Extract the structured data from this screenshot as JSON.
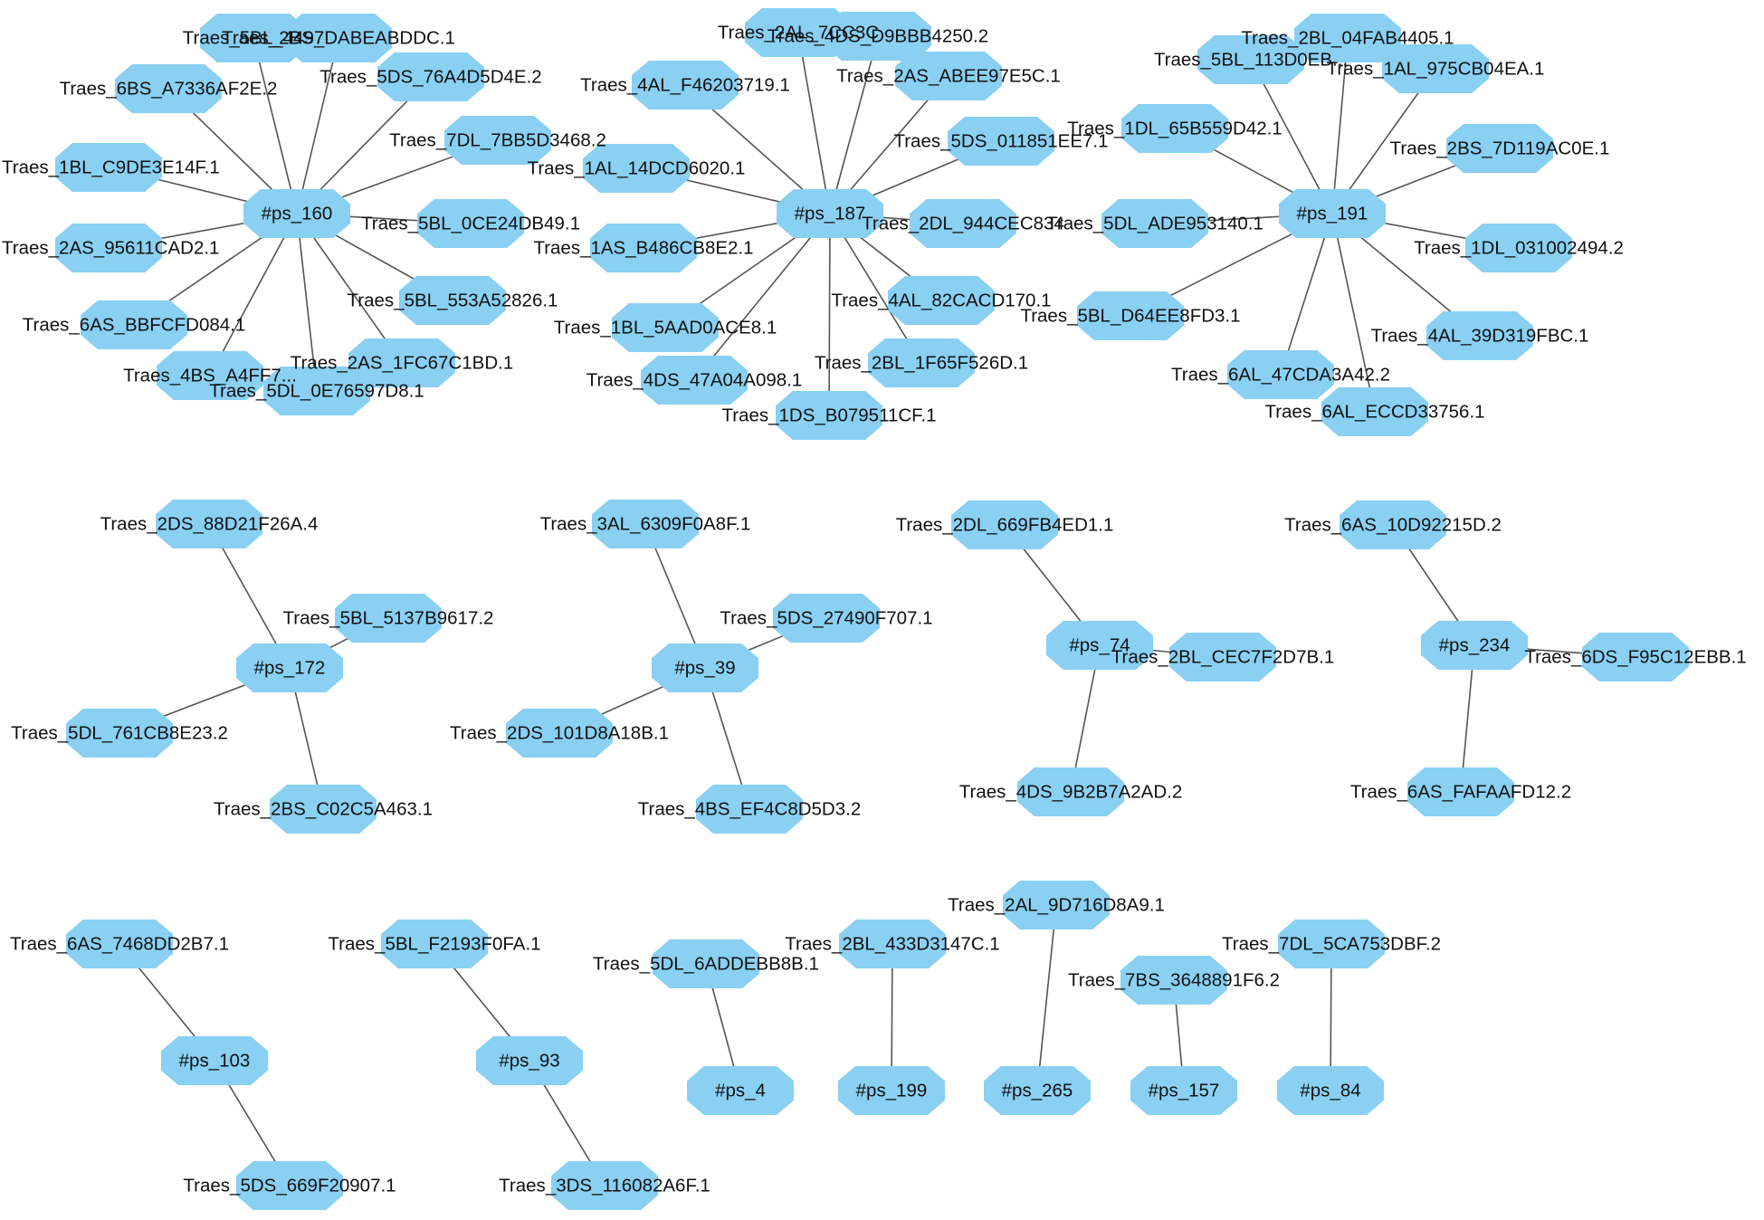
{
  "colors": {
    "node_fill": "#89d0f3",
    "edge": "#555555",
    "label": "#111111",
    "background": "#ffffff"
  },
  "node_shape": "octagon",
  "nodes": [
    {
      "id": "h160",
      "label": "#ps_160"
    },
    {
      "id": "t_5BL_4497",
      "label": "Traes_5BL_4497"
    },
    {
      "id": "t_2BS_DABEA",
      "label": "Traes_2BS_DABEABDDC.1"
    },
    {
      "id": "t_6BS_A7336",
      "label": "Traes_6BS_A7336AF2E.2"
    },
    {
      "id": "t_5DS_76A4D",
      "label": "Traes_5DS_76A4D5D4E.2"
    },
    {
      "id": "t_7DL_7BB5D",
      "label": "Traes_7DL_7BB5D3468.2"
    },
    {
      "id": "t_1BL_C9DE3",
      "label": "Traes_1BL_C9DE3E14F.1"
    },
    {
      "id": "t_5BL_0CE24",
      "label": "Traes_5BL_0CE24DB49.1"
    },
    {
      "id": "t_2AS_95611",
      "label": "Traes_2AS_95611CAD2.1"
    },
    {
      "id": "t_5BL_553A5",
      "label": "Traes_5BL_553A52826.1"
    },
    {
      "id": "t_6AS_BBFCF",
      "label": "Traes_6AS_BBFCFD084.1"
    },
    {
      "id": "t_2AS_1FC67",
      "label": "Traes_2AS_1FC67C1BD.1"
    },
    {
      "id": "t_4BS_A4FF7",
      "label": "Traes_4BS_A4FF7..."
    },
    {
      "id": "t_5DL_0E765",
      "label": "Traes_5DL_0E76597D8.1"
    },
    {
      "id": "h187",
      "label": "#ps_187"
    },
    {
      "id": "t_2AL_7CC3C",
      "label": "Traes_2AL_7CC3C"
    },
    {
      "id": "t_4DS_D9BBB",
      "label": "Traes_4DS_D9BBB4250.2"
    },
    {
      "id": "t_4AL_F4620",
      "label": "Traes_4AL_F46203719.1"
    },
    {
      "id": "t_2AS_ABEE9",
      "label": "Traes_2AS_ABEE97E5C.1"
    },
    {
      "id": "t_5DS_01185",
      "label": "Traes_5DS_011851EE7.1"
    },
    {
      "id": "t_1AL_14DCD",
      "label": "Traes_1AL_14DCD6020.1"
    },
    {
      "id": "t_2DL_944CE",
      "label": "Traes_2DL_944CEC834"
    },
    {
      "id": "t_1AS_B486C",
      "label": "Traes_1AS_B486CB8E2.1"
    },
    {
      "id": "t_4AL_82CAC",
      "label": "Traes_4AL_82CACD170.1"
    },
    {
      "id": "t_1BL_5AAD0",
      "label": "Traes_1BL_5AAD0ACE8.1"
    },
    {
      "id": "t_2BL_1F65F",
      "label": "Traes_2BL_1F65F526D.1"
    },
    {
      "id": "t_4DS_47A04",
      "label": "Traes_4DS_47A04A098.1"
    },
    {
      "id": "t_1DS_B0795",
      "label": "Traes_1DS_B079511CF.1"
    },
    {
      "id": "h191",
      "label": "#ps_191"
    },
    {
      "id": "t_2BL_04FAB",
      "label": "Traes_2BL_04FAB4405.1"
    },
    {
      "id": "t_5BL_113D0",
      "label": "Traes_5BL_113D0EB..."
    },
    {
      "id": "t_1AL_975CB",
      "label": "Traes_1AL_975CB04EA.1"
    },
    {
      "id": "t_1DL_65B55",
      "label": "Traes_1DL_65B559D42.1"
    },
    {
      "id": "t_2BS_7D119",
      "label": "Traes_2BS_7D119AC0E.1"
    },
    {
      "id": "t_5DL_ADE95",
      "label": "Traes_5DL_ADE953140.1"
    },
    {
      "id": "t_1DL_03100",
      "label": "Traes_1DL_031002494.2"
    },
    {
      "id": "t_5BL_D64EE",
      "label": "Traes_5BL_D64EE8FD3.1"
    },
    {
      "id": "t_4AL_39D31",
      "label": "Traes_4AL_39D319FBC.1"
    },
    {
      "id": "t_6AL_47CDA",
      "label": "Traes_6AL_47CDA3A42.2"
    },
    {
      "id": "t_6AL_ECCD3",
      "label": "Traes_6AL_ECCD33756.1"
    },
    {
      "id": "h172",
      "label": "#ps_172"
    },
    {
      "id": "t_2DS_88D21",
      "label": "Traes_2DS_88D21F26A.4"
    },
    {
      "id": "t_5BL_5137B",
      "label": "Traes_5BL_5137B9617.2"
    },
    {
      "id": "t_5DL_761CB",
      "label": "Traes_5DL_761CB8E23.2"
    },
    {
      "id": "t_2BS_C02C5",
      "label": "Traes_2BS_C02C5A463.1"
    },
    {
      "id": "h39",
      "label": "#ps_39"
    },
    {
      "id": "t_3AL_6309F",
      "label": "Traes_3AL_6309F0A8F.1"
    },
    {
      "id": "t_5DS_27490",
      "label": "Traes_5DS_27490F707.1"
    },
    {
      "id": "t_2DS_101D8",
      "label": "Traes_2DS_101D8A18B.1"
    },
    {
      "id": "t_4BS_EF4C8",
      "label": "Traes_4BS_EF4C8D5D3.2"
    },
    {
      "id": "h74",
      "label": "#ps_74"
    },
    {
      "id": "t_2DL_669FB",
      "label": "Traes_2DL_669FB4ED1.1"
    },
    {
      "id": "t_2BL_CEC7F",
      "label": "Traes_2BL_CEC7F2D7B.1"
    },
    {
      "id": "t_4DS_9B2B7",
      "label": "Traes_4DS_9B2B7A2AD.2"
    },
    {
      "id": "h234",
      "label": "#ps_234"
    },
    {
      "id": "t_6AS_10D92",
      "label": "Traes_6AS_10D92215D.2"
    },
    {
      "id": "t_6DS_F95C1",
      "label": "Traes_6DS_F95C12EBB.1"
    },
    {
      "id": "t_6AS_FAFAA",
      "label": "Traes_6AS_FAFAAFD12.2"
    },
    {
      "id": "h103",
      "label": "#ps_103"
    },
    {
      "id": "t_6AS_7468D",
      "label": "Traes_6AS_7468DD2B7.1"
    },
    {
      "id": "t_5DS_669F2",
      "label": "Traes_5DS_669F20907.1"
    },
    {
      "id": "h93",
      "label": "#ps_93"
    },
    {
      "id": "t_5BL_F2193",
      "label": "Traes_5BL_F2193F0FA.1"
    },
    {
      "id": "t_3DS_11608",
      "label": "Traes_3DS_116082A6F.1"
    },
    {
      "id": "h4",
      "label": "#ps_4"
    },
    {
      "id": "t_5DL_6ADDE",
      "label": "Traes_5DL_6ADDEBB8B.1"
    },
    {
      "id": "h199",
      "label": "#ps_199"
    },
    {
      "id": "t_2BL_433D3",
      "label": "Traes_2BL_433D3147C.1"
    },
    {
      "id": "h265",
      "label": "#ps_265"
    },
    {
      "id": "t_2AL_9D716",
      "label": "Traes_2AL_9D716D8A9.1"
    },
    {
      "id": "h157",
      "label": "#ps_157"
    },
    {
      "id": "t_7BS_36488",
      "label": "Traes_7BS_3648891F6.2"
    },
    {
      "id": "h84",
      "label": "#ps_84"
    },
    {
      "id": "t_7DL_5CA75",
      "label": "Traes_7DL_5CA753DBF.2"
    }
  ],
  "edges": [
    [
      "h160",
      "t_5BL_4497"
    ],
    [
      "h160",
      "t_2BS_DABEA"
    ],
    [
      "h160",
      "t_6BS_A7336"
    ],
    [
      "h160",
      "t_5DS_76A4D"
    ],
    [
      "h160",
      "t_7DL_7BB5D"
    ],
    [
      "h160",
      "t_1BL_C9DE3"
    ],
    [
      "h160",
      "t_5BL_0CE24"
    ],
    [
      "h160",
      "t_2AS_95611"
    ],
    [
      "h160",
      "t_5BL_553A5"
    ],
    [
      "h160",
      "t_6AS_BBFCF"
    ],
    [
      "h160",
      "t_2AS_1FC67"
    ],
    [
      "h160",
      "t_4BS_A4FF7"
    ],
    [
      "h160",
      "t_5DL_0E765"
    ],
    [
      "h187",
      "t_2AL_7CC3C"
    ],
    [
      "h187",
      "t_4DS_D9BBB"
    ],
    [
      "h187",
      "t_4AL_F4620"
    ],
    [
      "h187",
      "t_2AS_ABEE9"
    ],
    [
      "h187",
      "t_5DS_01185"
    ],
    [
      "h187",
      "t_1AL_14DCD"
    ],
    [
      "h187",
      "t_2DL_944CE"
    ],
    [
      "h187",
      "t_1AS_B486C"
    ],
    [
      "h187",
      "t_4AL_82CAC"
    ],
    [
      "h187",
      "t_1BL_5AAD0"
    ],
    [
      "h187",
      "t_2BL_1F65F"
    ],
    [
      "h187",
      "t_4DS_47A04"
    ],
    [
      "h187",
      "t_1DS_B0795"
    ],
    [
      "h191",
      "t_2BL_04FAB"
    ],
    [
      "h191",
      "t_5BL_113D0"
    ],
    [
      "h191",
      "t_1AL_975CB"
    ],
    [
      "h191",
      "t_1DL_65B55"
    ],
    [
      "h191",
      "t_2BS_7D119"
    ],
    [
      "h191",
      "t_5DL_ADE95"
    ],
    [
      "h191",
      "t_1DL_03100"
    ],
    [
      "h191",
      "t_5BL_D64EE"
    ],
    [
      "h191",
      "t_4AL_39D31"
    ],
    [
      "h191",
      "t_6AL_47CDA"
    ],
    [
      "h191",
      "t_6AL_ECCD3"
    ],
    [
      "h172",
      "t_2DS_88D21"
    ],
    [
      "h172",
      "t_5BL_5137B"
    ],
    [
      "h172",
      "t_5DL_761CB"
    ],
    [
      "h172",
      "t_2BS_C02C5"
    ],
    [
      "h39",
      "t_3AL_6309F"
    ],
    [
      "h39",
      "t_5DS_27490"
    ],
    [
      "h39",
      "t_2DS_101D8"
    ],
    [
      "h39",
      "t_4BS_EF4C8"
    ],
    [
      "h74",
      "t_2DL_669FB"
    ],
    [
      "h74",
      "t_2BL_CEC7F"
    ],
    [
      "h74",
      "t_4DS_9B2B7"
    ],
    [
      "h234",
      "t_6AS_10D92"
    ],
    [
      "h234",
      "t_6DS_F95C1"
    ],
    [
      "h234",
      "t_6AS_FAFAA"
    ],
    [
      "h103",
      "t_6AS_7468D"
    ],
    [
      "h103",
      "t_5DS_669F2"
    ],
    [
      "h93",
      "t_5BL_F2193"
    ],
    [
      "h93",
      "t_3DS_11608"
    ],
    [
      "h4",
      "t_5DL_6ADDE"
    ],
    [
      "h199",
      "t_2BL_433D3"
    ],
    [
      "h265",
      "t_2AL_9D716"
    ],
    [
      "h157",
      "t_7BS_36488"
    ],
    [
      "h84",
      "t_7DL_5CA75"
    ]
  ]
}
